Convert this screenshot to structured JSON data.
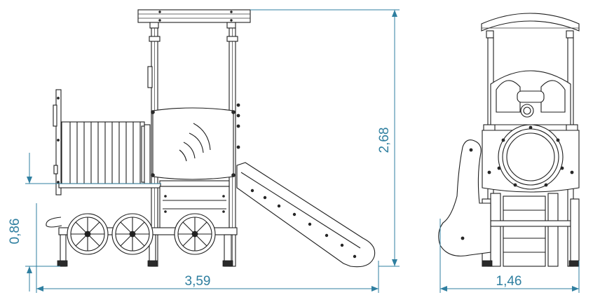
{
  "dimensions": {
    "height_total": "2,68",
    "platform_height": "0,86",
    "length": "3,59",
    "width": "1,46"
  },
  "colors": {
    "dimension": "#2f7fa0",
    "outline": "#1e1e1e",
    "background": "#ffffff"
  }
}
